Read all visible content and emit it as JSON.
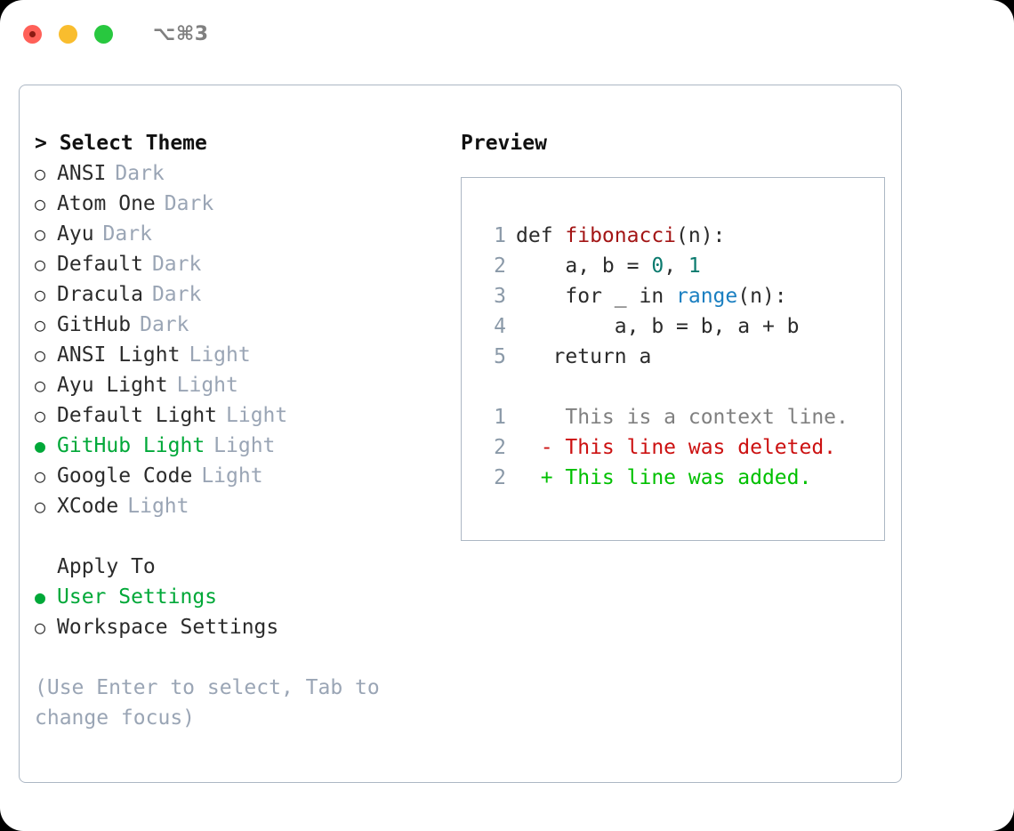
{
  "titlebar": {
    "shortcut": "⌥⌘3",
    "dots": [
      "close",
      "minimize",
      "maximize"
    ]
  },
  "theme_picker": {
    "header": "> Select Theme",
    "selected_marker": "●",
    "unselected_marker": "○",
    "items": [
      {
        "label": "ANSI",
        "tag": "Dark",
        "selected": false
      },
      {
        "label": "Atom One",
        "tag": "Dark",
        "selected": false
      },
      {
        "label": "Ayu",
        "tag": "Dark",
        "selected": false
      },
      {
        "label": "Default",
        "tag": "Dark",
        "selected": false
      },
      {
        "label": "Dracula",
        "tag": "Dark",
        "selected": false
      },
      {
        "label": "GitHub",
        "tag": "Dark",
        "selected": false
      },
      {
        "label": "ANSI Light",
        "tag": "Light",
        "selected": false
      },
      {
        "label": "Ayu Light",
        "tag": "Light",
        "selected": false
      },
      {
        "label": "Default Light",
        "tag": "Light",
        "selected": false
      },
      {
        "label": "GitHub Light",
        "tag": "Light",
        "selected": true
      },
      {
        "label": "Google Code",
        "tag": "Light",
        "selected": false
      },
      {
        "label": "XCode",
        "tag": "Light",
        "selected": false
      }
    ]
  },
  "apply_to": {
    "label": "Apply To",
    "options": [
      {
        "label": "User Settings",
        "selected": true
      },
      {
        "label": "Workspace Settings",
        "selected": false
      }
    ]
  },
  "hint": "(Use Enter to select, Tab to change focus)",
  "preview": {
    "title": "Preview",
    "code_lines": [
      {
        "no": "1",
        "indent": "",
        "segments": [
          {
            "text": "def ",
            "style": "plain"
          },
          {
            "text": "fibonacci",
            "style": "fn"
          },
          {
            "text": "(n):",
            "style": "plain"
          }
        ]
      },
      {
        "no": "2",
        "indent": "    ",
        "segments": [
          {
            "text": "a, b = ",
            "style": "plain"
          },
          {
            "text": "0",
            "style": "num"
          },
          {
            "text": ", ",
            "style": "plain"
          },
          {
            "text": "1",
            "style": "num"
          }
        ]
      },
      {
        "no": "3",
        "indent": "    ",
        "segments": [
          {
            "text": "for _ in ",
            "style": "plain"
          },
          {
            "text": "range",
            "style": "call"
          },
          {
            "text": "(n):",
            "style": "plain"
          }
        ]
      },
      {
        "no": "4",
        "indent": "        ",
        "segments": [
          {
            "text": "a, b = b, a + b",
            "style": "plain"
          }
        ]
      },
      {
        "no": "5",
        "indent": "   ",
        "segments": [
          {
            "text": "return a",
            "style": "plain"
          }
        ]
      }
    ],
    "diff_lines": [
      {
        "no": "1",
        "marker": " ",
        "text": "This is a context line.",
        "kind": "context"
      },
      {
        "no": "2",
        "marker": "-",
        "text": "This line was deleted.",
        "kind": "deleted"
      },
      {
        "no": "2",
        "marker": "+",
        "text": "This line was added.",
        "kind": "added"
      }
    ]
  },
  "colors": {
    "accent_green": "#00a838",
    "diff_add": "#00c000",
    "diff_del": "#cc1111",
    "muted": "#9aa5b5",
    "border": "#acb7c4",
    "syntax_function": "#a31515",
    "syntax_number": "#0b7a6e",
    "syntax_call": "#1a7fc1"
  }
}
